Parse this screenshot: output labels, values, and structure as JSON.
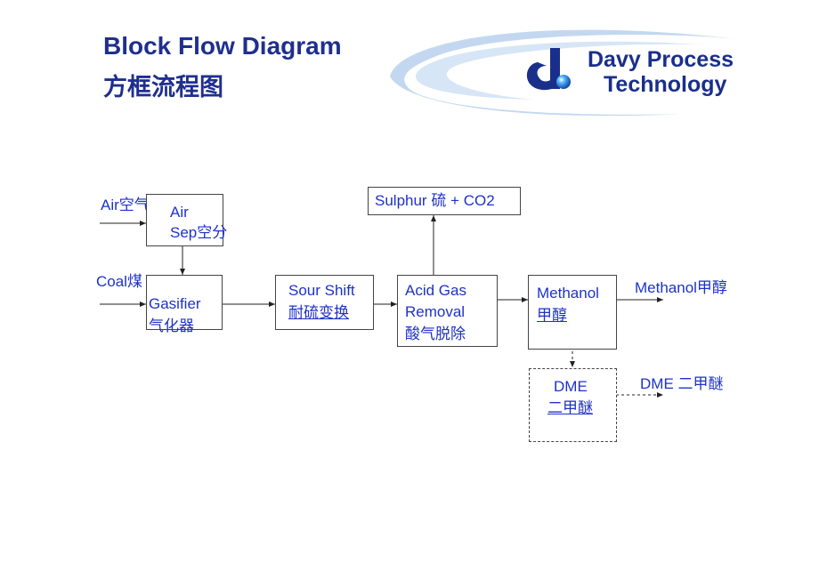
{
  "header": {
    "title_en": "Block Flow Diagram",
    "title_zh": "方框流程图"
  },
  "logo": {
    "line1": "Davy Process",
    "line2": "Technology"
  },
  "diagram": {
    "inputs": {
      "air": "Air空气",
      "coal": "Coal煤"
    },
    "nodes": {
      "air_sep": {
        "line1": "Air",
        "line2": "Sep空分"
      },
      "gasifier": {
        "line1": "Gasifier",
        "line2": "气化器"
      },
      "sour_shift": {
        "line1": "Sour Shift",
        "line2": "耐硫变换"
      },
      "acid_gas": {
        "line1": "Acid Gas",
        "line2": "Removal",
        "line3": "酸气脱除"
      },
      "sulphur": {
        "label": "Sulphur 硫 + CO2"
      },
      "methanol": {
        "line1": "Methanol",
        "line2": "甲醇"
      },
      "dme": {
        "line1": "DME",
        "line2": "二甲醚"
      }
    },
    "outputs": {
      "methanol": "Methanol甲醇",
      "dme": "DME 二甲醚"
    }
  },
  "colors": {
    "title": "#1f2f8f",
    "label": "#1e32c8",
    "logo_blue": "#1a2f8a",
    "swoosh": "#a9c8e8"
  }
}
